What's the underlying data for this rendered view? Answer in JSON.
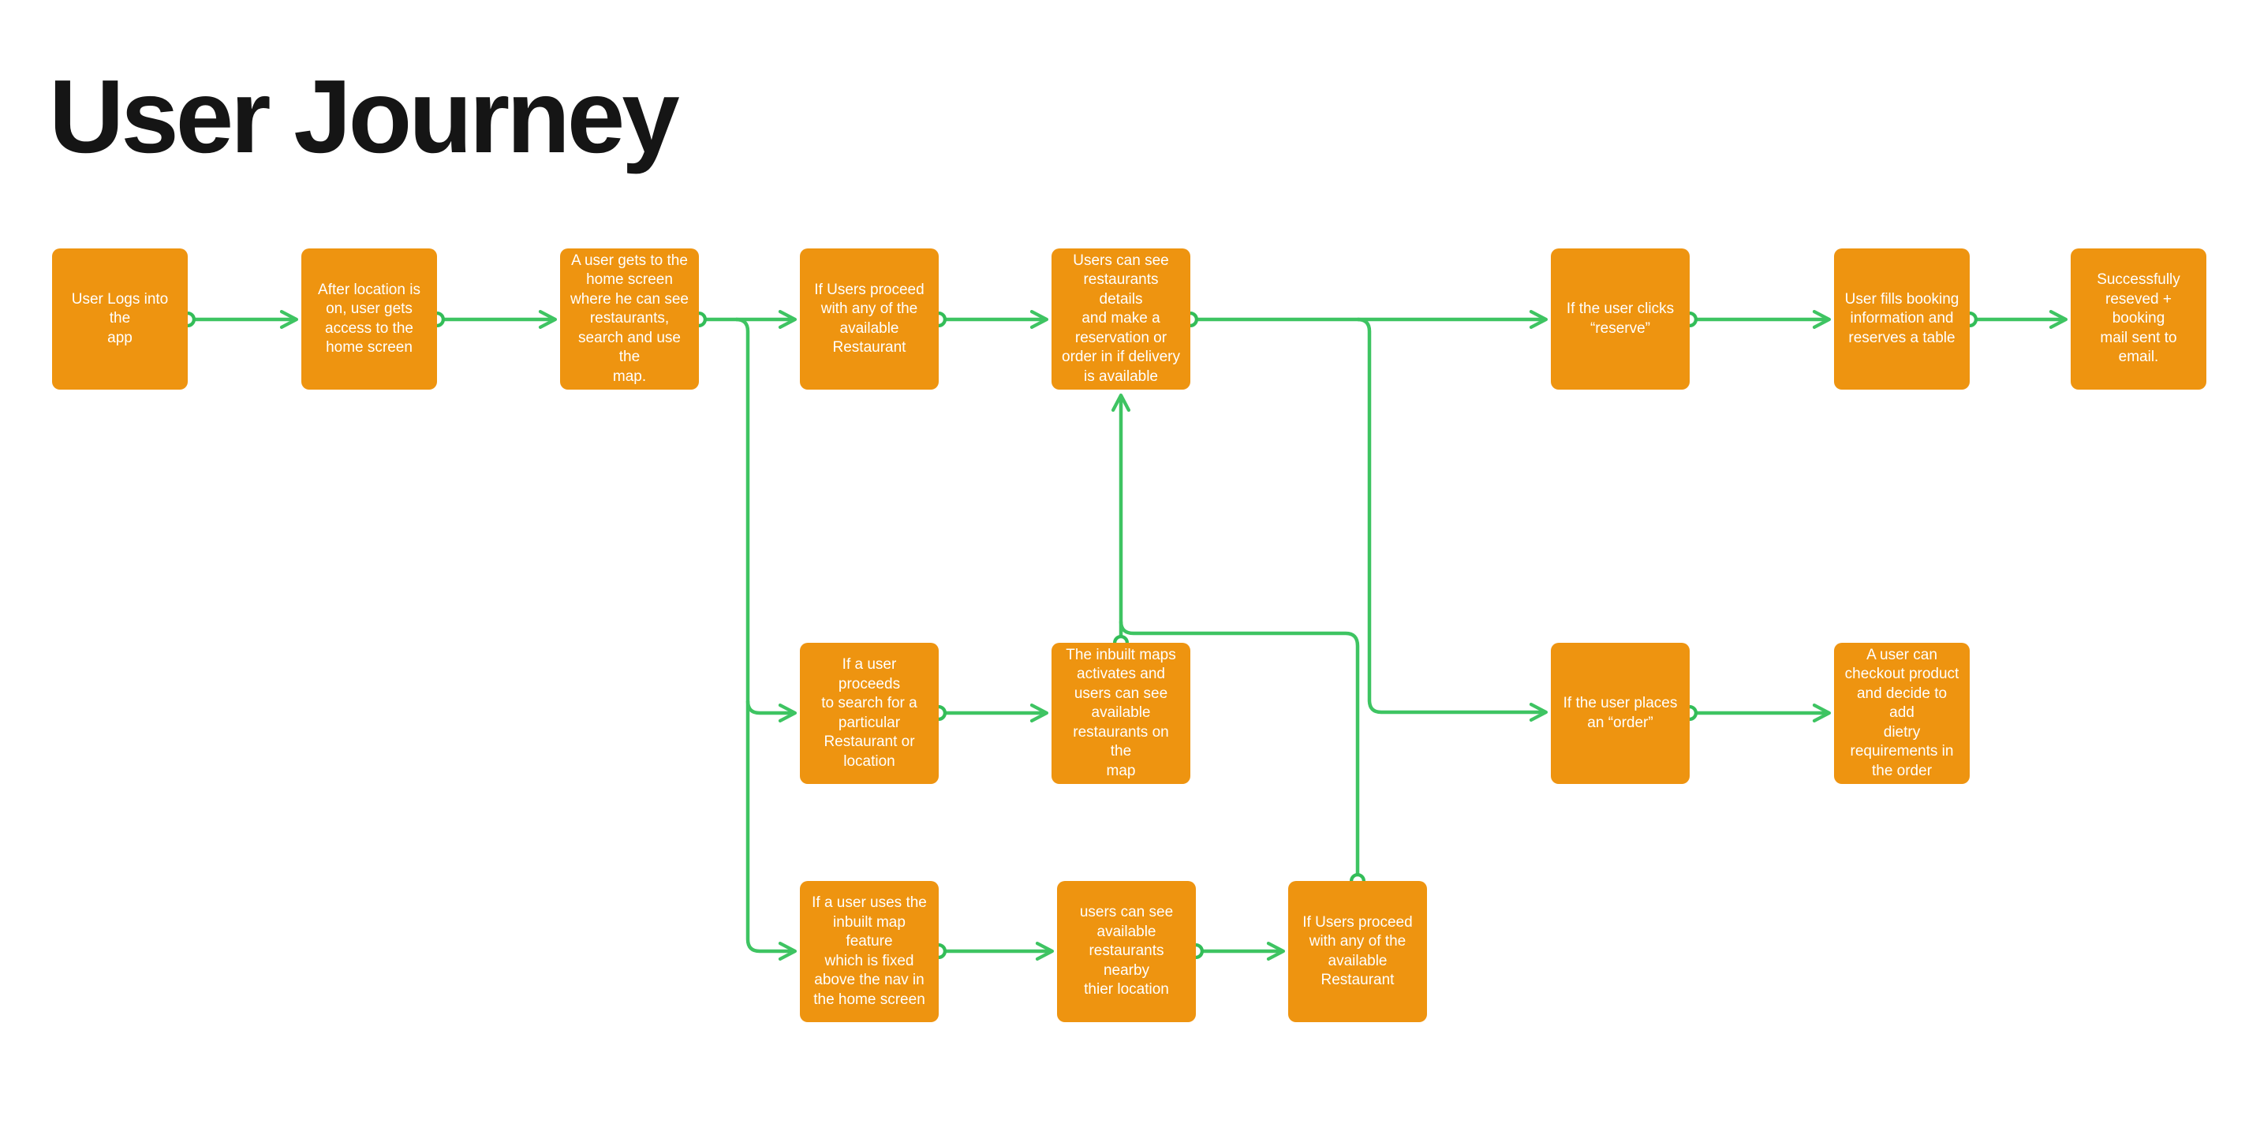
{
  "page": {
    "title": "User Journey",
    "background": "#ffffff"
  },
  "palette": {
    "node_fill": "#ee9410",
    "node_text": "#ffffff",
    "connector_green": "#3ec462",
    "title_color": "#151515"
  },
  "flowchart": {
    "nodes": [
      {
        "id": "login",
        "text": "User Logs into the\napp"
      },
      {
        "id": "location-on",
        "text": "After location is\non, user gets\naccess to the\nhome screen"
      },
      {
        "id": "home-screen",
        "text": "A user gets to the\nhome screen\nwhere he can see\nrestaurants,\nsearch and use the\nmap."
      },
      {
        "id": "proceed-restaurant",
        "text": "If Users proceed\nwith any of the\navailable\nRestaurant"
      },
      {
        "id": "restaurant-details",
        "text": "Users can see\nrestaurants details\nand make a\nreservation or\norder in if delivery\nis available"
      },
      {
        "id": "clicks-reserve",
        "text": "If the user clicks\n“reserve”"
      },
      {
        "id": "fills-booking",
        "text": "User fills booking\ninformation and\nreserves a table"
      },
      {
        "id": "reserved-success",
        "text": "Successfully\nreseved + booking\nmail sent to email."
      },
      {
        "id": "search-particular",
        "text": "If a user proceeds\nto search for a\nparticular\nRestaurant or\nlocation"
      },
      {
        "id": "inbuilt-maps-activate",
        "text": "The inbuilt maps\nactivates and\nusers can see\navailable\nrestaurants on the\nmap"
      },
      {
        "id": "places-order",
        "text": "If the user places\nan “order”"
      },
      {
        "id": "checkout-dietary",
        "text": "A user can\ncheckout product\nand decide to add\ndietry\nrequirements in\nthe order"
      },
      {
        "id": "map-feature",
        "text": "If a user uses the\ninbuilt map feature\nwhich is fixed\nabove the nav in\nthe home screen"
      },
      {
        "id": "nearby-restaurants",
        "text": "users can see\navailable\nrestaurants nearby\nthier location"
      },
      {
        "id": "proceed-restaurant-2",
        "text": "If Users proceed\nwith any of the\navailable\nRestaurant"
      }
    ],
    "edges": [
      {
        "from": "login",
        "to": "location-on"
      },
      {
        "from": "location-on",
        "to": "home-screen"
      },
      {
        "from": "home-screen",
        "to": "proceed-restaurant"
      },
      {
        "from": "proceed-restaurant",
        "to": "restaurant-details"
      },
      {
        "from": "restaurant-details",
        "to": "clicks-reserve"
      },
      {
        "from": "clicks-reserve",
        "to": "fills-booking"
      },
      {
        "from": "fills-booking",
        "to": "reserved-success"
      },
      {
        "from": "home-screen",
        "to": "search-particular"
      },
      {
        "from": "home-screen",
        "to": "map-feature"
      },
      {
        "from": "search-particular",
        "to": "inbuilt-maps-activate"
      },
      {
        "from": "inbuilt-maps-activate",
        "to": "restaurant-details"
      },
      {
        "from": "restaurant-details",
        "to": "places-order"
      },
      {
        "from": "places-order",
        "to": "checkout-dietary"
      },
      {
        "from": "map-feature",
        "to": "nearby-restaurants"
      },
      {
        "from": "nearby-restaurants",
        "to": "proceed-restaurant-2"
      },
      {
        "from": "proceed-restaurant-2",
        "to": "restaurant-details"
      }
    ]
  }
}
